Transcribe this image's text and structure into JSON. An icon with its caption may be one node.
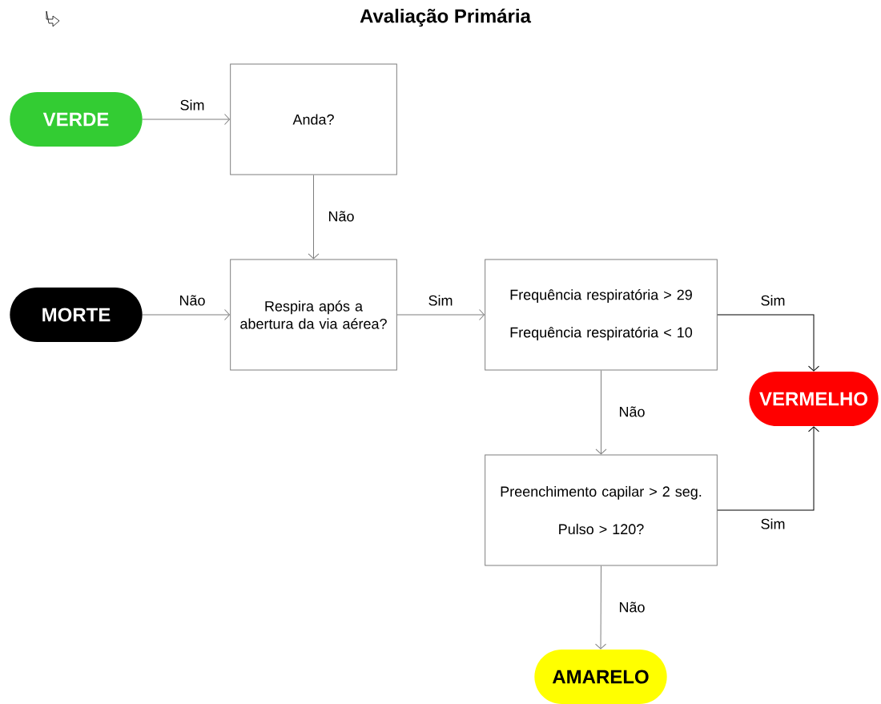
{
  "diagram": {
    "title": "Avaliação Primária",
    "nodes": [
      {
        "text": [
          "VERDE"
        ]
      },
      {
        "text": [
          "Anda?"
        ]
      },
      {
        "text": [
          "MORTE"
        ]
      },
      {
        "text": [
          "Respira após a abertura da via aérea?"
        ]
      },
      {
        "text": [
          "Frequência respiratória > 29",
          "Frequência respiratória < 10"
        ]
      },
      {
        "text": [
          "VERMELHO"
        ]
      },
      {
        "text": [
          "Preenchimento capilar > 2 seg.",
          "Pulso > 120?"
        ]
      },
      {
        "text": [
          "AMARELO"
        ]
      }
    ],
    "edges": [
      {
        "from": 0,
        "to": 1,
        "arrow": "to",
        "label": "Sim"
      },
      {
        "from": 1,
        "to": 3,
        "arrow": "to",
        "label": "Não"
      },
      {
        "from": 2,
        "to": 3,
        "arrow": "to",
        "label": "Não"
      },
      {
        "from": 3,
        "to": 4,
        "arrow": "to",
        "label": "Sim"
      },
      {
        "from": 4,
        "to": 5,
        "arrow": "to",
        "label": "Sim",
        "color": "#000000"
      },
      {
        "from": 4,
        "to": 6,
        "arrow": "to",
        "label": "Não"
      },
      {
        "from": 6,
        "to": 5,
        "arrow": "to",
        "label": "Sim",
        "color": "#000000"
      },
      {
        "from": 6,
        "to": 7,
        "arrow": "to",
        "label": "Não"
      }
    ]
  }
}
